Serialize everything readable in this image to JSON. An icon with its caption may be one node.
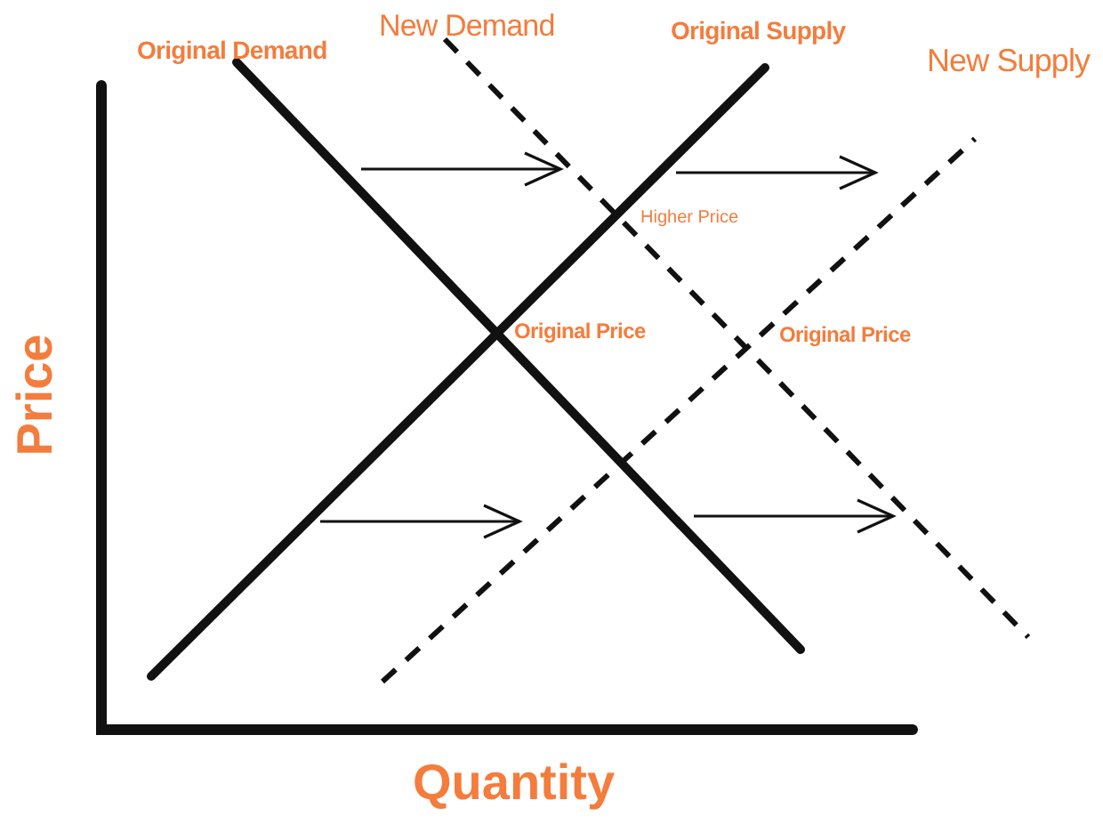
{
  "diagram": {
    "labels": [
      "Original Demand",
      "New Demand",
      "Original Supply",
      "New Supply",
      "Higher Price",
      "Original Price",
      "Original Price",
      "Price",
      "Quantity"
    ]
  }
}
